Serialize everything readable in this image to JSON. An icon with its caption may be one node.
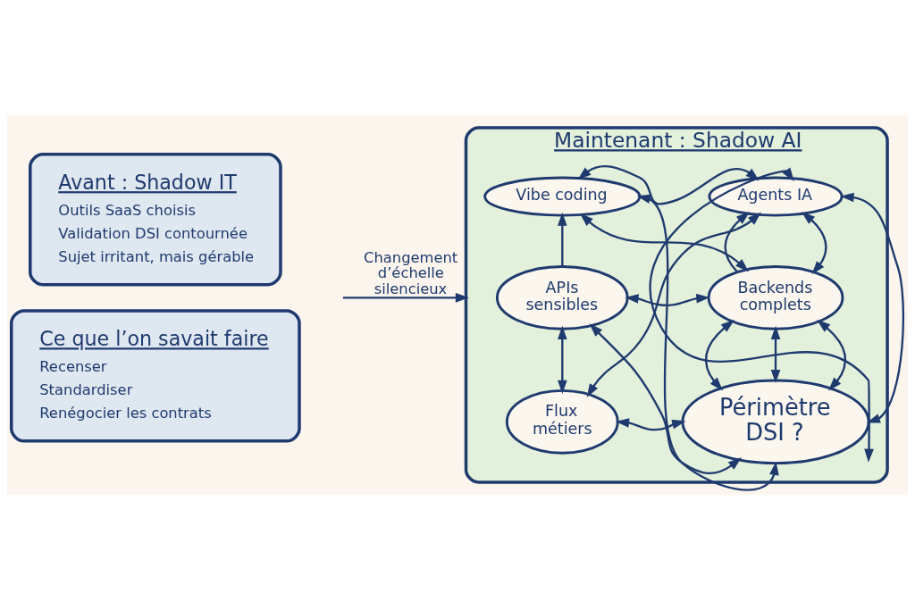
{
  "diagram": {
    "nodes": [
      {
        "text": [
          "Avant : Shadow IT",
          "Outils SaaS choisis",
          "Validation DSI contournée",
          "Sujet irritant, mais gérable"
        ]
      },
      {
        "text": [
          "Ce que l’on savait faire",
          "Recenser",
          "Standardiser",
          "Renégocier les contrats"
        ]
      },
      {
        "text": [
          "Maintenant : Shadow AI"
        ]
      },
      {
        "text": [
          "Vibe coding"
        ],
        "in": 2
      },
      {
        "text": [
          "Agents IA"
        ],
        "in": 2
      },
      {
        "text": [
          "APIs sensibles"
        ],
        "in": 2
      },
      {
        "text": [
          "Backends complets"
        ],
        "in": 2
      },
      {
        "text": [
          "Flux métiers"
        ],
        "in": 2
      },
      {
        "text": [
          "Périmètre DSI ?"
        ],
        "in": 2
      }
    ],
    "edges": [
      {
        "from": 3,
        "to": 4,
        "arrow": "both"
      },
      {
        "from": 5,
        "to": 3,
        "arrow": "to"
      },
      {
        "from": 3,
        "to": 6,
        "arrow": "both"
      },
      {
        "from": 3,
        "to": 8,
        "arrow": "both"
      },
      {
        "from": 4,
        "to": 6,
        "arrow": "both"
      },
      {
        "from": 6,
        "to": 4,
        "arrow": "to"
      },
      {
        "from": 7,
        "to": 4,
        "arrow": "both"
      },
      {
        "from": 4,
        "to": 8,
        "arrow": "both"
      },
      {
        "from": 4,
        "to": 8,
        "arrow": "both"
      },
      {
        "from": 5,
        "to": 6,
        "arrow": "both"
      },
      {
        "from": 5,
        "to": 8,
        "arrow": "both"
      },
      {
        "from": 5,
        "to": 7,
        "arrow": "both"
      },
      {
        "from": 7,
        "to": 8,
        "arrow": "both"
      },
      {
        "from": 6,
        "to": 8,
        "arrow": "both"
      },
      {
        "from": 6,
        "to": 8,
        "arrow": "both"
      },
      {
        "from": 6,
        "to": 8,
        "arrow": "both"
      },
      {
        "from": null,
        "to": 2,
        "arrow": "to",
        "label": "Changement d’échelle silencieux"
      }
    ]
  }
}
